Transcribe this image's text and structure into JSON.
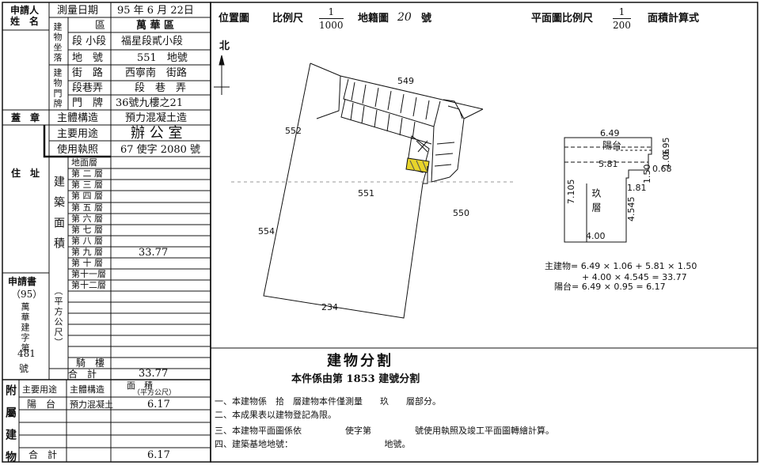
{
  "form": {
    "applicant_label": "申請人\n姓　名",
    "survey_date_label": "測量日期",
    "survey_date": "95 年 6 月 22日",
    "district_label": "區",
    "district": "萬 華 區",
    "site_label": "建物坐落",
    "section_label": "段 小段",
    "section": "福星段貳小段",
    "lot_label": "地　號",
    "lot": "551　地號",
    "doorplate_label": "建物門牌",
    "street_label": "街　路",
    "street": "西寧南　街路",
    "lane_label": "段巷弄",
    "lane": "段　巷　弄",
    "door_label": "門　牌",
    "door": "36號九樓之21",
    "seal_label": "蓋　章",
    "address_label": "住　址",
    "structure_label": "主體構造",
    "structure": "預力混凝土造",
    "usage_label": "主要用途",
    "usage": "辦 公 室",
    "license_label": "使用執照",
    "license": "67 使字 2080 號",
    "area_vertical_label": "建築面積",
    "area_unit": "（平方公尺）",
    "floors": [
      "地面層",
      "第 二 層",
      "第 三 層",
      "第 四 層",
      "第 五 層",
      "第 六 層",
      "第 七 層",
      "第 八 層",
      "第 九 層",
      "第 十 層",
      "第十一層",
      "第十二層"
    ],
    "ninth_floor_area": "33.77",
    "app_doc_label": "申請書",
    "app_doc_year": "（95）",
    "app_doc_text": "萬華建字第",
    "app_doc_no": "481",
    "app_doc_suffix": "號",
    "balcony_label": "騎　樓",
    "total_label": "合　計",
    "total_area": "33.77",
    "annex_label": "附屬建物",
    "annex_use_label": "主要用途",
    "annex_struct_label": "主體構造",
    "annex_area_label": "面　積",
    "annex_area_unit": "（平方公尺）",
    "annex_use": "陽　台",
    "annex_struct": "預力混凝土",
    "annex_area": "6.17",
    "annex_total_label": "合　計",
    "annex_total": "6.17"
  },
  "header": {
    "location_map_label": "位置圖",
    "scale_label": "比例尺",
    "scale1_num": "1",
    "scale1_den": "1000",
    "cadastral_label": "地籍圖",
    "cadastral_no": "20",
    "cadastral_suffix": "號",
    "plan_scale_label": "平面圖比例尺",
    "scale2_num": "1",
    "scale2_den": "200",
    "area_calc_label": "面積計算式"
  },
  "map": {
    "north_label": "北",
    "lots": [
      "549",
      "552",
      "551",
      "550",
      "554",
      "234"
    ]
  },
  "plan": {
    "dims": [
      "6.49",
      "0.95",
      "1.06",
      "5.81",
      "0.68",
      "1.50",
      "1.81",
      "7.105",
      "4.545",
      "4.00"
    ],
    "balcony_label": "陽台",
    "room_label": "玖層"
  },
  "calc": {
    "main_line1": "主建物= 6.49 × 1.06 + 5.81 × 1.50",
    "main_line2": "+ 4.00 × 4.545 = 33.77",
    "balcony_line": "陽台= 6.49 × 0.95 = 6.17"
  },
  "notes": {
    "title": "建物分割",
    "subtitle": "本件係由第 1853 建號分割",
    "items": [
      "一、本建物係　拾　層建物本件僅測量　　玖　　層部分。",
      "二、本成果表以建物登記為限。",
      "三、本建物平面圖係依　　　　　使字第　　　　　號使用執照及竣工平面圖轉繪計算。",
      "四、建築基地地號：　　　　　　　　　　　地號。"
    ]
  }
}
